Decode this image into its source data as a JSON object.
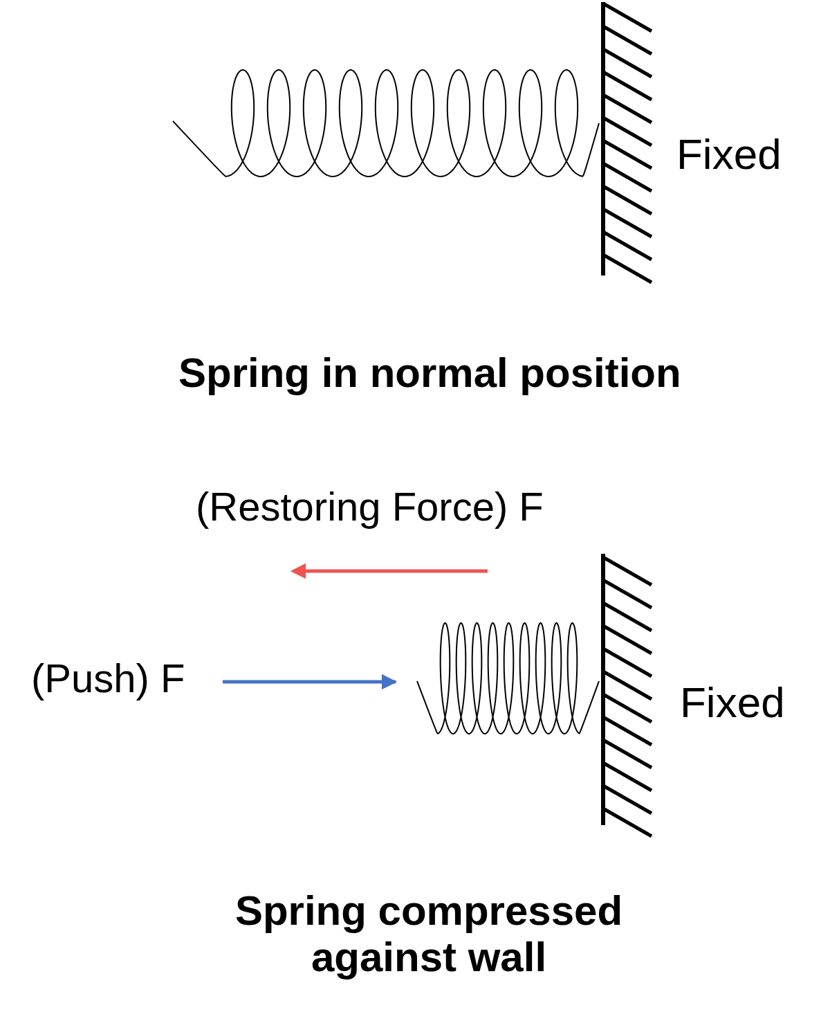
{
  "diagram": {
    "labels": [
      "Fixed",
      "Spring in normal position",
      "(Restoring Force) F",
      "(Push) F",
      "Fixed",
      "Spring compressed against wall"
    ]
  }
}
